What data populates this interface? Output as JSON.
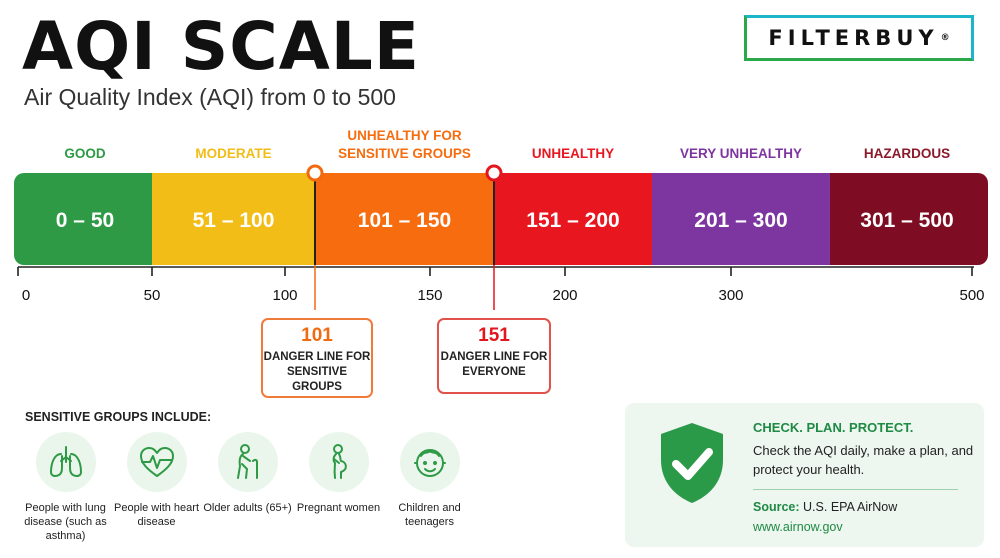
{
  "header": {
    "title": "AQI SCALE",
    "subtitle": "Air Quality Index (AQI) from 0 to 500",
    "logo": "FILTERBUY",
    "logo_mark": "®"
  },
  "chart_data": {
    "type": "bar",
    "title": "AQI SCALE",
    "subtitle": "Air Quality Index (AQI) from 0 to 500",
    "categories": [
      {
        "name": "GOOD",
        "range": "0 – 50",
        "min": 0,
        "max": 50,
        "color": "#2e9a45"
      },
      {
        "name": "MODERATE",
        "range": "51 – 100",
        "min": 51,
        "max": 100,
        "color": "#f2bd17"
      },
      {
        "name": "UNHEALTHY FOR\nSENSITIVE GROUPS",
        "range": "101 – 150",
        "min": 101,
        "max": 150,
        "color": "#f66c0f"
      },
      {
        "name": "UNHEALTHY",
        "range": "151 – 200",
        "min": 151,
        "max": 200,
        "color": "#e8161f"
      },
      {
        "name": "VERY UNHEALTHY",
        "range": "201 – 300",
        "min": 201,
        "max": 300,
        "color": "#7d35a0"
      },
      {
        "name": "HAZARDOUS",
        "range": "301 – 500",
        "min": 301,
        "max": 500,
        "color": "#7e0c23"
      }
    ],
    "label_colors": [
      "#2e9a45",
      "#f2bd17",
      "#f66c0f",
      "#e8161f",
      "#7d35a0",
      "#8b1a2b"
    ],
    "ticks": [
      0,
      50,
      100,
      150,
      200,
      300,
      500
    ],
    "xlim": [
      0,
      500
    ],
    "markers": [
      {
        "value": 101,
        "label": "101",
        "text": "DANGER LINE FOR SENSITIVE GROUPS",
        "color": "#f26a10"
      },
      {
        "value": 151,
        "label": "151",
        "text": "DANGER LINE FOR EVERYONE",
        "color": "#e3161e"
      }
    ]
  },
  "sensitive_groups": {
    "title": "SENSITIVE GROUPS INCLUDE:",
    "items": [
      {
        "label": "People with lung disease (such as asthma)",
        "icon": "lungs-icon"
      },
      {
        "label": "People with heart disease",
        "icon": "heart-icon"
      },
      {
        "label": "Older adults (65+)",
        "icon": "older-adults-icon"
      },
      {
        "label": "Pregnant women",
        "icon": "pregnant-woman-icon"
      },
      {
        "label": "Children and teenagers",
        "icon": "child-face-icon"
      }
    ]
  },
  "protect": {
    "title": "CHECK. PLAN. PROTECT.",
    "text": "Check the AQI daily, make a plan, and protect your health.",
    "source_label": "Source:",
    "source": "U.S. EPA AirNow",
    "url": "www.airnow.gov",
    "accent": "#1f8a44"
  }
}
